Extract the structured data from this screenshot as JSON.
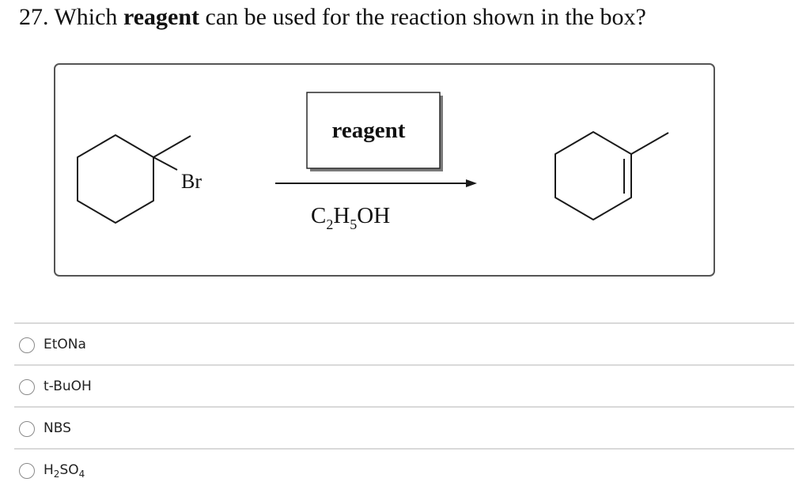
{
  "question": {
    "number": "27.",
    "text_before": "Which",
    "emphasis": "reagent",
    "text_after": "can be used for the reaction shown in the box?"
  },
  "reaction": {
    "reactant_label": "Br",
    "reagent_box_label": "reagent",
    "solvent": {
      "C": "C",
      "sub1": "2",
      "H": "H",
      "sub2": "5",
      "OH": "OH"
    }
  },
  "options": [
    {
      "text": "EtONa",
      "sub": "",
      "tail": ""
    },
    {
      "text": "t-BuOH",
      "sub": "",
      "tail": ""
    },
    {
      "text": "NBS",
      "sub": "",
      "tail": ""
    },
    {
      "text": "H",
      "sub": "2",
      "tail": "SO",
      "sub2": "4"
    }
  ]
}
